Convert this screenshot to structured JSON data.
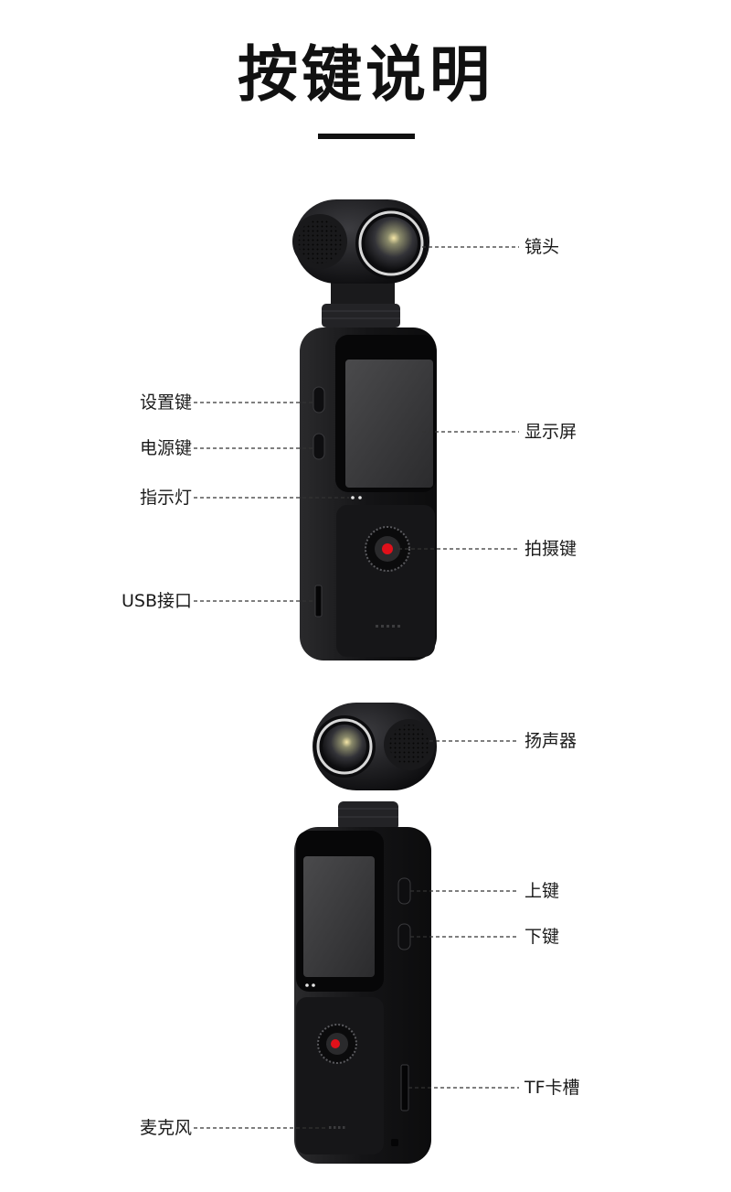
{
  "title": "按键说明",
  "front_view": {
    "callouts_right": [
      {
        "id": "lens",
        "label": "镜头"
      },
      {
        "id": "screen",
        "label": "显示屏"
      },
      {
        "id": "shutter",
        "label": "拍摄键"
      }
    ],
    "callouts_left": [
      {
        "id": "settings",
        "label": "设置键"
      },
      {
        "id": "power",
        "label": "电源键"
      },
      {
        "id": "indicator",
        "label": "指示灯"
      },
      {
        "id": "usb",
        "label": "USB接口"
      }
    ]
  },
  "back_view": {
    "callouts_right": [
      {
        "id": "speaker",
        "label": "扬声器"
      },
      {
        "id": "up",
        "label": "上键"
      },
      {
        "id": "down",
        "label": "下键"
      },
      {
        "id": "tf",
        "label": "TF卡槽"
      }
    ],
    "callouts_left": [
      {
        "id": "mic",
        "label": "麦克风"
      }
    ]
  },
  "colors": {
    "body": "#1c1c1e",
    "shutter_red": "#e0101a",
    "leader": "#333333"
  }
}
